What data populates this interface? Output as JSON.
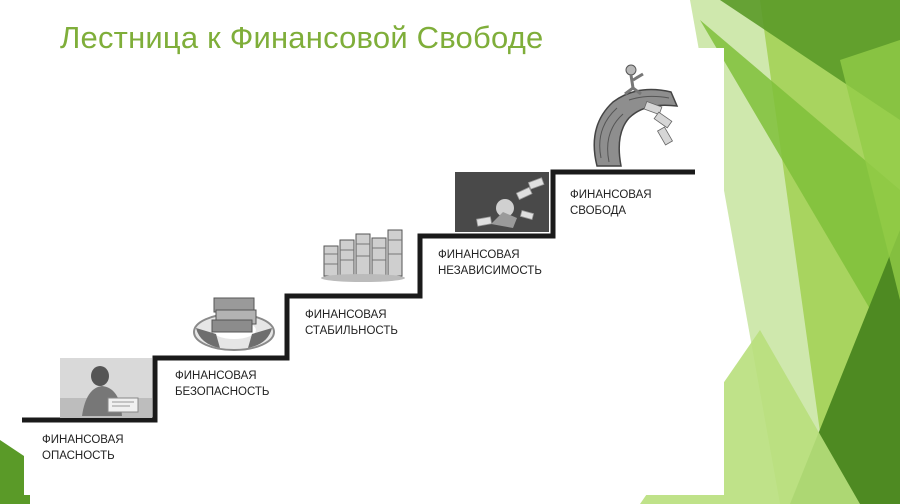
{
  "title": "Лестница к Финансовой Свободе",
  "colors": {
    "title": "#7fae3a",
    "accent_light": "#9bd14a",
    "accent_dark": "#4e8a22",
    "stairs": "#1a1a1a"
  },
  "steps": [
    {
      "line1": "ФИНАНСОВАЯ",
      "line2": "ОПАСНОСТЬ",
      "icon": "worried-person-icon"
    },
    {
      "line1": "ФИНАНСОВАЯ",
      "line2": "БЕЗОПАСНОСТЬ",
      "icon": "lifebuoy-money-icon"
    },
    {
      "line1": "ФИНАНСОВАЯ",
      "line2": "СТАБИЛЬНОСТЬ",
      "icon": "money-stacks-icon"
    },
    {
      "line1": "ФИНАНСОВАЯ",
      "line2": "НЕЗАВИСИМОСТЬ",
      "icon": "flying-money-icon"
    },
    {
      "line1": "ФИНАНСОВАЯ",
      "line2": "СВОБОДА",
      "icon": "person-on-money-wave-icon"
    }
  ]
}
